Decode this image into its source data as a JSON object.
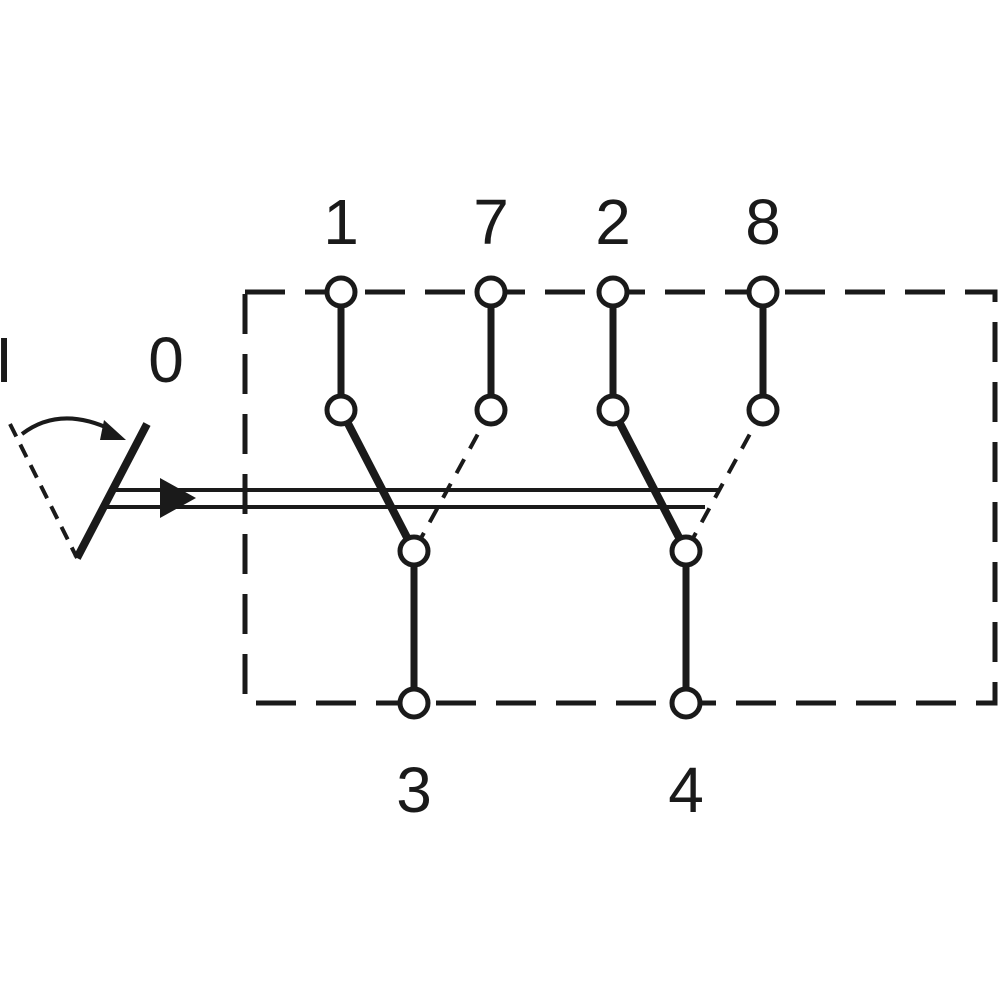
{
  "switch_positions": {
    "position_one": "I",
    "position_zero": "0"
  },
  "terminals": {
    "top": [
      "1",
      "7",
      "2",
      "8"
    ],
    "bottom": [
      "3",
      "4"
    ]
  },
  "colors": {
    "line": "#1a1a1a",
    "background": "#ffffff"
  }
}
